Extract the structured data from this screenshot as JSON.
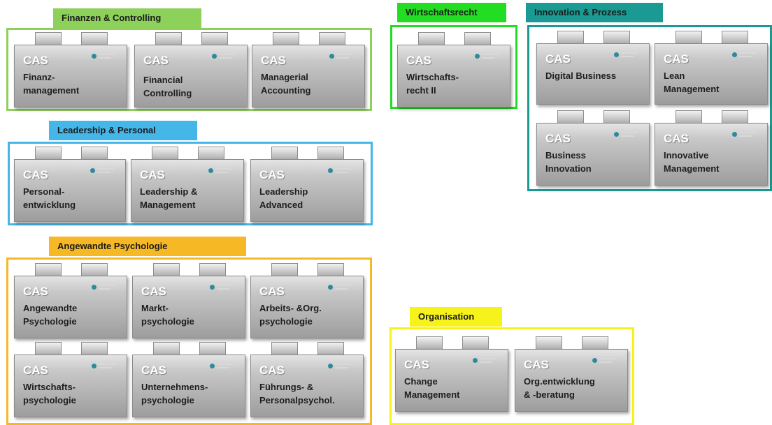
{
  "colors": {
    "finanzen": "#8dd05a",
    "leadership": "#45b6e8",
    "psychologie": "#f6b824",
    "wirtschaftsrecht": "#22dd22",
    "innovation": "#1a9a92",
    "organisation": "#f7f21a"
  },
  "groups": [
    {
      "key": "finanzen",
      "label": "Finanzen & Controlling",
      "modules": [
        {
          "cas": "CAS",
          "title": "Finanz-\nmanagement"
        },
        {
          "cas": "CAS",
          "title": "Financial\nControlling"
        },
        {
          "cas": "CAS",
          "title": "Managerial\nAccounting"
        }
      ]
    },
    {
      "key": "leadership",
      "label": "Leadership & Personal",
      "modules": [
        {
          "cas": "CAS",
          "title": "Personal-\nentwicklung"
        },
        {
          "cas": "CAS",
          "title": "Leadership &\nManagement"
        },
        {
          "cas": "CAS",
          "title": "Leadership\nAdvanced"
        }
      ]
    },
    {
      "key": "psychologie",
      "label": "Angewandte Psychologie",
      "modules": [
        {
          "cas": "CAS",
          "title": "Angewandte\nPsychologie"
        },
        {
          "cas": "CAS",
          "title": "Markt-\npsychologie"
        },
        {
          "cas": "CAS",
          "title": "Arbeits- &Org.\npsychologie"
        },
        {
          "cas": "CAS",
          "title": "Wirtschafts-\npsychologie"
        },
        {
          "cas": "CAS",
          "title": "Unternehmens-\npsychologie"
        },
        {
          "cas": "CAS",
          "title": "Führungs- &\nPersonalpsychol."
        }
      ]
    },
    {
      "key": "wirtschaftsrecht",
      "label": "Wirtschaftsrecht",
      "modules": [
        {
          "cas": "CAS",
          "title": "Wirtschafts-\nrecht II"
        }
      ]
    },
    {
      "key": "innovation",
      "label": "Innovation & Prozess",
      "modules": [
        {
          "cas": "CAS",
          "title": "Digital Business"
        },
        {
          "cas": "CAS",
          "title": "Lean\nManagement"
        },
        {
          "cas": "CAS",
          "title": "Business\nInnovation"
        },
        {
          "cas": "CAS",
          "title": "Innovative\nManagement"
        }
      ]
    },
    {
      "key": "organisation",
      "label": "Organisation",
      "modules": [
        {
          "cas": "CAS",
          "title": "Change\nManagement"
        },
        {
          "cas": "CAS",
          "title": "Org.entwicklung\n& -beratung"
        }
      ]
    }
  ]
}
